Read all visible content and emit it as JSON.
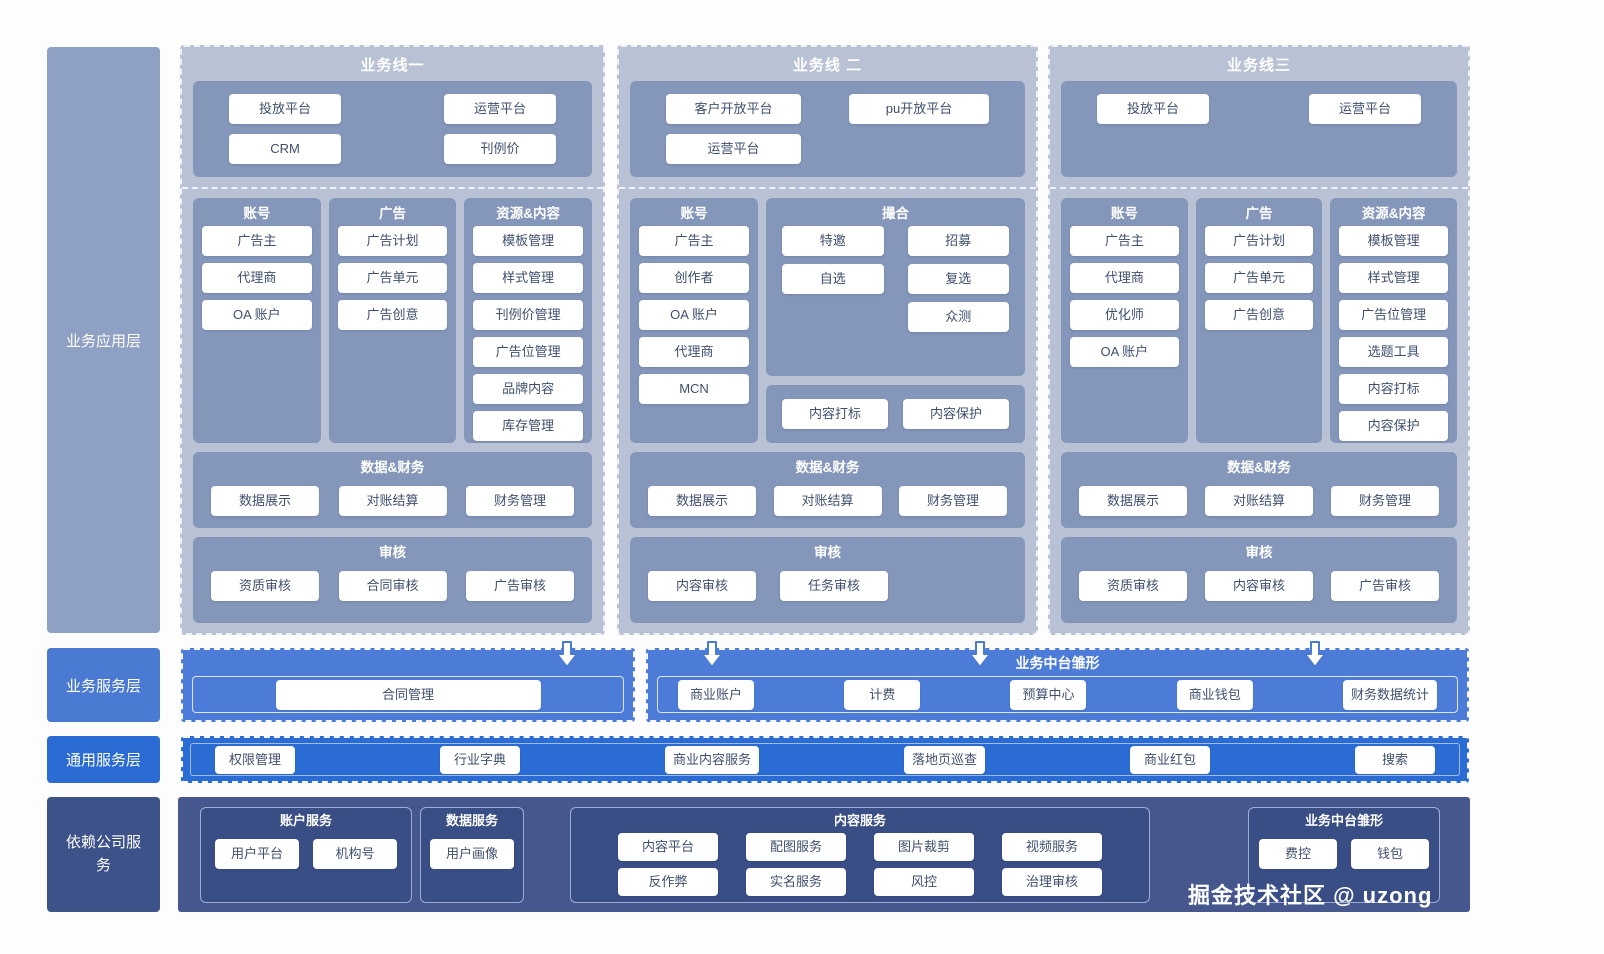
{
  "sidebar": {
    "app_layer": "业务应用层",
    "service_layer": "业务服务层",
    "common_layer": "通用服务层",
    "dependency_layer": "依赖公司服务"
  },
  "business_lines": [
    {
      "title": "业务线一",
      "platform_left": [
        "投放平台",
        "CRM"
      ],
      "platform_right": [
        "运营平台",
        "刊例价"
      ],
      "columns": [
        {
          "title": "账号",
          "items": [
            "广告主",
            "代理商",
            "OA 账户"
          ]
        },
        {
          "title": "广告",
          "items": [
            "广告计划",
            "广告单元",
            "广告创意"
          ]
        },
        {
          "title": "资源&内容",
          "items": [
            "模板管理",
            "样式管理",
            "刊例价管理",
            "广告位管理",
            "品牌内容",
            "库存管理"
          ]
        }
      ],
      "data_finance": {
        "title": "数据&财务",
        "items": [
          "数据展示",
          "对账结算",
          "财务管理"
        ]
      },
      "audit": {
        "title": "审核",
        "items": [
          "资质审核",
          "合同审核",
          "广告审核"
        ]
      }
    },
    {
      "title": "业务线 二",
      "platform_left": [
        "客户开放平台",
        "运营平台"
      ],
      "platform_right": [
        "pu开放平台"
      ],
      "columns": [
        {
          "title": "账号",
          "items": [
            "广告主",
            "创作者",
            "OA 账户",
            "代理商",
            "MCN"
          ]
        }
      ],
      "matching": {
        "title": "撮合",
        "left_items": [
          "特邀",
          "自选"
        ],
        "right_items": [
          "招募",
          "复选",
          "众测"
        ]
      },
      "content_box": {
        "items": [
          "内容打标",
          "内容保护"
        ]
      },
      "data_finance": {
        "title": "数据&财务",
        "items": [
          "数据展示",
          "对账结算",
          "财务管理"
        ]
      },
      "audit": {
        "title": "审核",
        "items": [
          "内容审核",
          "任务审核"
        ]
      }
    },
    {
      "title": "业务线三",
      "platform_left": [
        "投放平台"
      ],
      "platform_right": [
        "运营平台"
      ],
      "columns": [
        {
          "title": "账号",
          "items": [
            "广告主",
            "代理商",
            "优化师",
            "OA 账户"
          ]
        },
        {
          "title": "广告",
          "items": [
            "广告计划",
            "广告单元",
            "广告创意"
          ]
        },
        {
          "title": "资源&内容",
          "items": [
            "模板管理",
            "样式管理",
            "广告位管理",
            "选题工具",
            "内容打标",
            "内容保护"
          ]
        }
      ],
      "data_finance": {
        "title": "数据&财务",
        "items": [
          "数据展示",
          "对账结算",
          "财务管理"
        ]
      },
      "audit": {
        "title": "审核",
        "items": [
          "资质审核",
          "内容审核",
          "广告审核"
        ]
      }
    }
  ],
  "service_layer": {
    "contract_box": {
      "items": [
        "合同管理"
      ]
    },
    "middle_platform": {
      "title": "业务中台雏形",
      "items": [
        "商业账户",
        "计费",
        "预算中心",
        "商业钱包",
        "财务数据统计"
      ]
    }
  },
  "common_layer": {
    "items": [
      "权限管理",
      "行业字典",
      "商业内容服务",
      "落地页巡查",
      "商业红包",
      "搜索"
    ]
  },
  "dependency_layer": {
    "account_service": {
      "title": "账户服务",
      "items": [
        "用户平台",
        "机构号"
      ]
    },
    "data_service": {
      "title": "数据服务",
      "items": [
        "用户画像"
      ]
    },
    "content_service": {
      "title": "内容服务",
      "items": [
        "内容平台",
        "配图服务",
        "图片裁剪",
        "视频服务",
        "反作弊",
        "实名服务",
        "风控",
        "治理审核"
      ]
    },
    "middle_platform": {
      "title": "业务中台雏形",
      "items": [
        "费控",
        "钱包"
      ]
    }
  },
  "icons": {
    "down_arrow": "⇩"
  },
  "watermark": "掘金技术社区 @ uzong",
  "colors": {
    "light_column_bg": "#b8c2d4",
    "section_bg": "#8496ba",
    "service_blue": "#4d7cd8",
    "common_blue": "#2b6cd4",
    "dependency_navy": "#46578e",
    "sidebar_app": "#8ea0c3",
    "sidebar_dependency": "#3d5288",
    "button_text": "#3f4f6e"
  }
}
